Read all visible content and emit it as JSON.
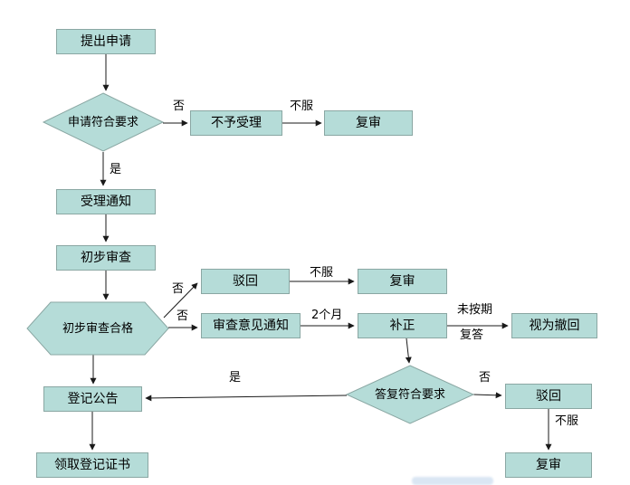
{
  "colors": {
    "node_fill": "#b5dcd8",
    "node_border": "#8aa7a3",
    "line": "#1a1a1a",
    "background": "#ffffff"
  },
  "nodes": {
    "submit": {
      "label": "提出申请"
    },
    "check_apply": {
      "label": "申请符合要求"
    },
    "not_accepted": {
      "label": "不予受理"
    },
    "review1": {
      "label": "复审"
    },
    "accept_notice": {
      "label": "受理通知"
    },
    "prelim_exam": {
      "label": "初步审查"
    },
    "check_prelim": {
      "label": "初步审查合格"
    },
    "reject1": {
      "label": "驳回"
    },
    "review2": {
      "label": "复审"
    },
    "exam_opinion": {
      "label": "审查意见通知"
    },
    "correction": {
      "label": "补正"
    },
    "withdrawn": {
      "label": "视为撤回"
    },
    "check_reply": {
      "label": "答复符合要求"
    },
    "reject2": {
      "label": "驳回"
    },
    "review3": {
      "label": "复审"
    },
    "announce": {
      "label": "登记公告"
    },
    "certificate": {
      "label": "领取登记证书"
    }
  },
  "edge_labels": {
    "no1": "否",
    "dissatisfied1": "不服",
    "yes1": "是",
    "no2": "否",
    "no3": "否",
    "dissatisfied2": "不服",
    "two_months": "2个月",
    "overdue_line1": "未按期",
    "overdue_line2": "复答",
    "no4": "否",
    "dissatisfied3": "不服",
    "yes2": "是"
  }
}
